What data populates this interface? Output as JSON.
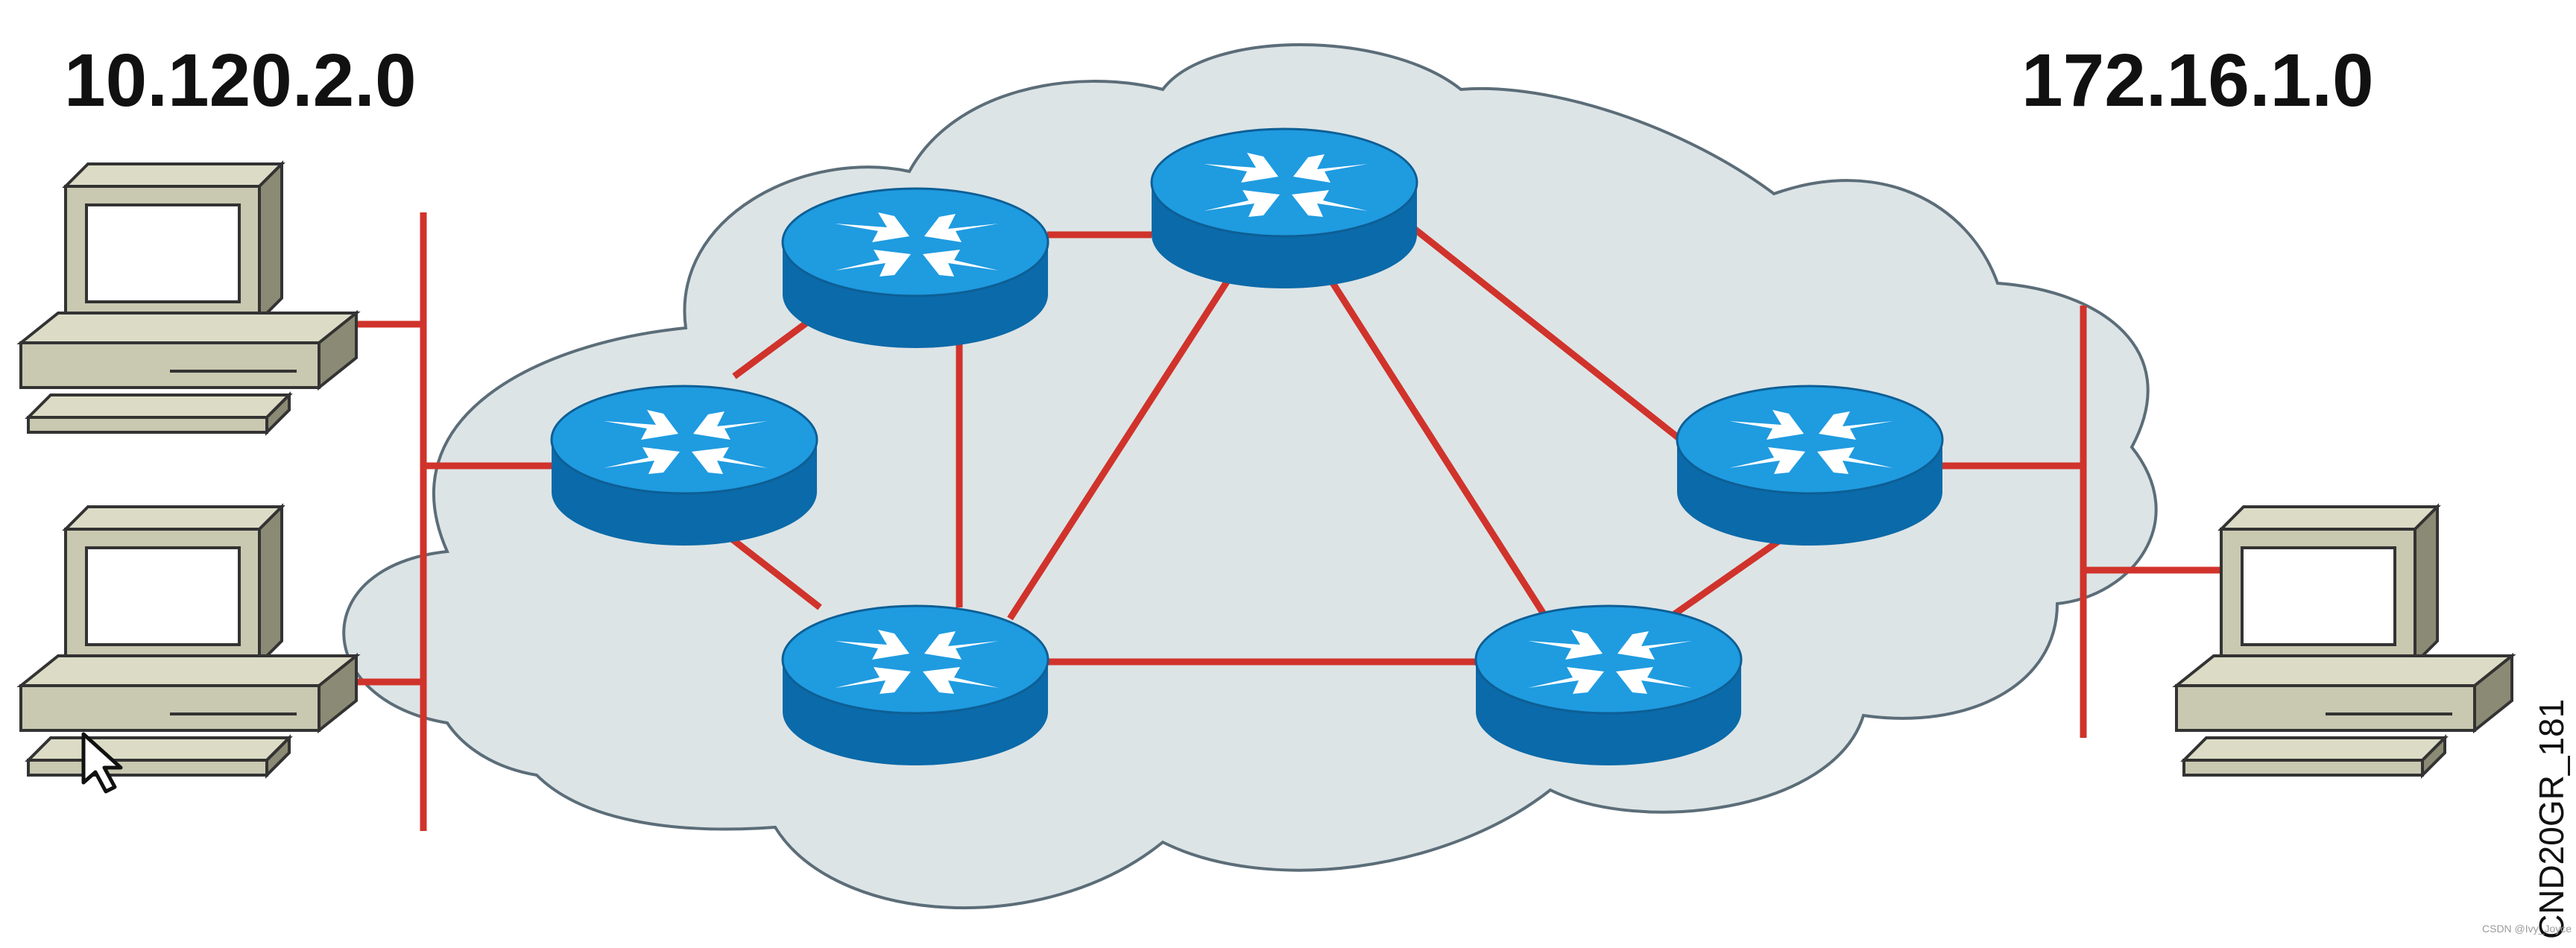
{
  "networks": {
    "left": "10.120.2.0",
    "right": "172.16.1.0"
  },
  "figure_code": "CND20GR_181",
  "watermark": "CSDN @Ivy_Joyce",
  "colors": {
    "link": "#d0332b",
    "cloud": "#dde4e6",
    "router_top": "#1f9be0",
    "router_side": "#0b6aa9",
    "pc_body": "#c9c8b0",
    "pc_shadow": "#8b8a74"
  },
  "icons": {
    "router": "router-icon",
    "pc": "desktop-computer-icon",
    "cursor": "mouse-pointer-icon",
    "cloud": "network-cloud"
  }
}
